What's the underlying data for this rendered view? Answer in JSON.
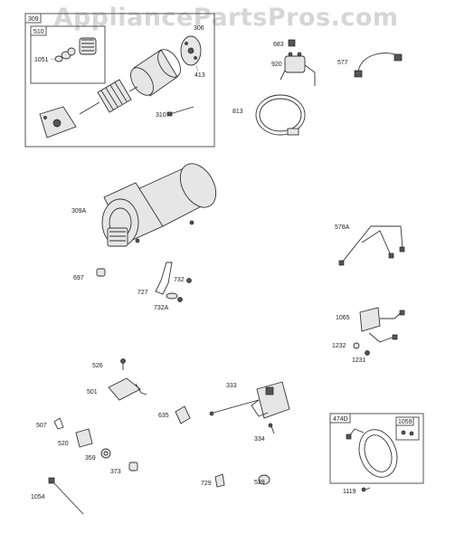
{
  "watermark": "AppliancePartsPros.com",
  "groups": {
    "starter_kit": "309",
    "drive_kit": "510",
    "ignition_kit": "474D",
    "ignition_sub_kit": "1059"
  },
  "labels": {
    "p1051": "1051",
    "p306": "306",
    "p413": "413",
    "p310": "310",
    "p683": "683",
    "p920": "920",
    "p577": "577",
    "p813": "813",
    "p309A": "309A",
    "p578A": "578A",
    "p697": "697",
    "p732": "732",
    "p727": "727",
    "p732A": "732A",
    "p1065": "1065",
    "p1232": "1232",
    "p1231": "1231",
    "p526": "526",
    "p501": "501",
    "p333": "333",
    "p635": "635",
    "p507": "507",
    "p334": "334",
    "p520": "520",
    "p359": "359",
    "p373": "373",
    "p1054": "1054",
    "p729": "729",
    "p529": "529",
    "p1119": "1119"
  }
}
